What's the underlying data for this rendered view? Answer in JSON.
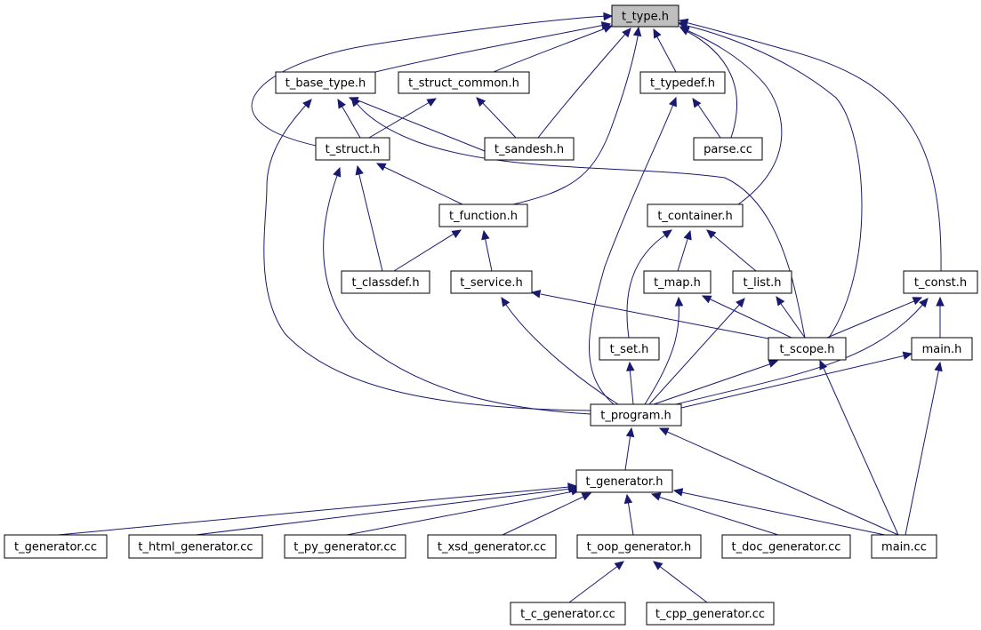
{
  "colors": {
    "edge": "#191970",
    "node_fill": "#ffffff",
    "node_border": "#000000",
    "root_fill": "#bfbfbf"
  },
  "nodes": [
    {
      "id": "t_type_h",
      "label": "t_type.h",
      "root": true
    },
    {
      "id": "t_base_type_h",
      "label": "t_base_type.h"
    },
    {
      "id": "t_struct_common_h",
      "label": "t_struct_common.h"
    },
    {
      "id": "t_typedef_h",
      "label": "t_typedef.h"
    },
    {
      "id": "t_struct_h",
      "label": "t_struct.h"
    },
    {
      "id": "t_sandesh_h",
      "label": "t_sandesh.h"
    },
    {
      "id": "parse_cc",
      "label": "parse.cc"
    },
    {
      "id": "t_function_h",
      "label": "t_function.h"
    },
    {
      "id": "t_container_h",
      "label": "t_container.h"
    },
    {
      "id": "t_classdef_h",
      "label": "t_classdef.h"
    },
    {
      "id": "t_service_h",
      "label": "t_service.h"
    },
    {
      "id": "t_map_h",
      "label": "t_map.h"
    },
    {
      "id": "t_list_h",
      "label": "t_list.h"
    },
    {
      "id": "t_const_h",
      "label": "t_const.h"
    },
    {
      "id": "t_set_h",
      "label": "t_set.h"
    },
    {
      "id": "t_scope_h",
      "label": "t_scope.h"
    },
    {
      "id": "main_h",
      "label": "main.h"
    },
    {
      "id": "t_program_h",
      "label": "t_program.h"
    },
    {
      "id": "t_generator_h",
      "label": "t_generator.h"
    },
    {
      "id": "t_generator_cc",
      "label": "t_generator.cc"
    },
    {
      "id": "t_html_generator_cc",
      "label": "t_html_generator.cc"
    },
    {
      "id": "t_py_generator_cc",
      "label": "t_py_generator.cc"
    },
    {
      "id": "t_xsd_generator_cc",
      "label": "t_xsd_generator.cc"
    },
    {
      "id": "t_oop_generator_h",
      "label": "t_oop_generator.h"
    },
    {
      "id": "t_doc_generator_cc",
      "label": "t_doc_generator.cc"
    },
    {
      "id": "main_cc",
      "label": "main.cc"
    },
    {
      "id": "t_c_generator_cc",
      "label": "t_c_generator.cc"
    },
    {
      "id": "t_cpp_generator_cc",
      "label": "t_cpp_generator.cc"
    }
  ],
  "edges": [
    {
      "from": "t_base_type_h",
      "to": "t_type_h"
    },
    {
      "from": "t_struct_common_h",
      "to": "t_type_h"
    },
    {
      "from": "t_typedef_h",
      "to": "t_type_h"
    },
    {
      "from": "t_struct_h",
      "to": "t_type_h"
    },
    {
      "from": "t_sandesh_h",
      "to": "t_type_h"
    },
    {
      "from": "parse_cc",
      "to": "t_type_h"
    },
    {
      "from": "t_function_h",
      "to": "t_type_h"
    },
    {
      "from": "t_container_h",
      "to": "t_type_h"
    },
    {
      "from": "t_scope_h",
      "to": "t_type_h"
    },
    {
      "from": "t_const_h",
      "to": "t_type_h"
    },
    {
      "from": "t_struct_h",
      "to": "t_base_type_h"
    },
    {
      "from": "t_sandesh_h",
      "to": "t_base_type_h"
    },
    {
      "from": "t_scope_h",
      "to": "t_base_type_h"
    },
    {
      "from": "t_program_h",
      "to": "t_base_type_h"
    },
    {
      "from": "t_struct_h",
      "to": "t_struct_common_h"
    },
    {
      "from": "t_sandesh_h",
      "to": "t_struct_common_h"
    },
    {
      "from": "parse_cc",
      "to": "t_typedef_h"
    },
    {
      "from": "t_program_h",
      "to": "t_typedef_h"
    },
    {
      "from": "t_function_h",
      "to": "t_struct_h"
    },
    {
      "from": "t_classdef_h",
      "to": "t_struct_h"
    },
    {
      "from": "t_program_h",
      "to": "t_struct_h"
    },
    {
      "from": "t_classdef_h",
      "to": "t_function_h"
    },
    {
      "from": "t_service_h",
      "to": "t_function_h"
    },
    {
      "from": "t_set_h",
      "to": "t_container_h"
    },
    {
      "from": "t_map_h",
      "to": "t_container_h"
    },
    {
      "from": "t_list_h",
      "to": "t_container_h"
    },
    {
      "from": "t_scope_h",
      "to": "t_service_h"
    },
    {
      "from": "t_program_h",
      "to": "t_service_h"
    },
    {
      "from": "t_scope_h",
      "to": "t_map_h"
    },
    {
      "from": "t_program_h",
      "to": "t_map_h"
    },
    {
      "from": "t_scope_h",
      "to": "t_list_h"
    },
    {
      "from": "t_program_h",
      "to": "t_list_h"
    },
    {
      "from": "t_scope_h",
      "to": "t_const_h"
    },
    {
      "from": "main_h",
      "to": "t_const_h"
    },
    {
      "from": "t_program_h",
      "to": "t_const_h"
    },
    {
      "from": "t_program_h",
      "to": "t_set_h"
    },
    {
      "from": "t_program_h",
      "to": "t_scope_h"
    },
    {
      "from": "main_cc",
      "to": "t_scope_h"
    },
    {
      "from": "t_program_h",
      "to": "main_h"
    },
    {
      "from": "main_cc",
      "to": "main_h"
    },
    {
      "from": "t_generator_h",
      "to": "t_program_h"
    },
    {
      "from": "main_cc",
      "to": "t_program_h"
    },
    {
      "from": "t_generator_cc",
      "to": "t_generator_h"
    },
    {
      "from": "t_html_generator_cc",
      "to": "t_generator_h"
    },
    {
      "from": "t_py_generator_cc",
      "to": "t_generator_h"
    },
    {
      "from": "t_xsd_generator_cc",
      "to": "t_generator_h"
    },
    {
      "from": "t_oop_generator_h",
      "to": "t_generator_h"
    },
    {
      "from": "t_doc_generator_cc",
      "to": "t_generator_h"
    },
    {
      "from": "main_cc",
      "to": "t_generator_h"
    },
    {
      "from": "t_c_generator_cc",
      "to": "t_oop_generator_h"
    },
    {
      "from": "t_cpp_generator_cc",
      "to": "t_oop_generator_h"
    }
  ]
}
